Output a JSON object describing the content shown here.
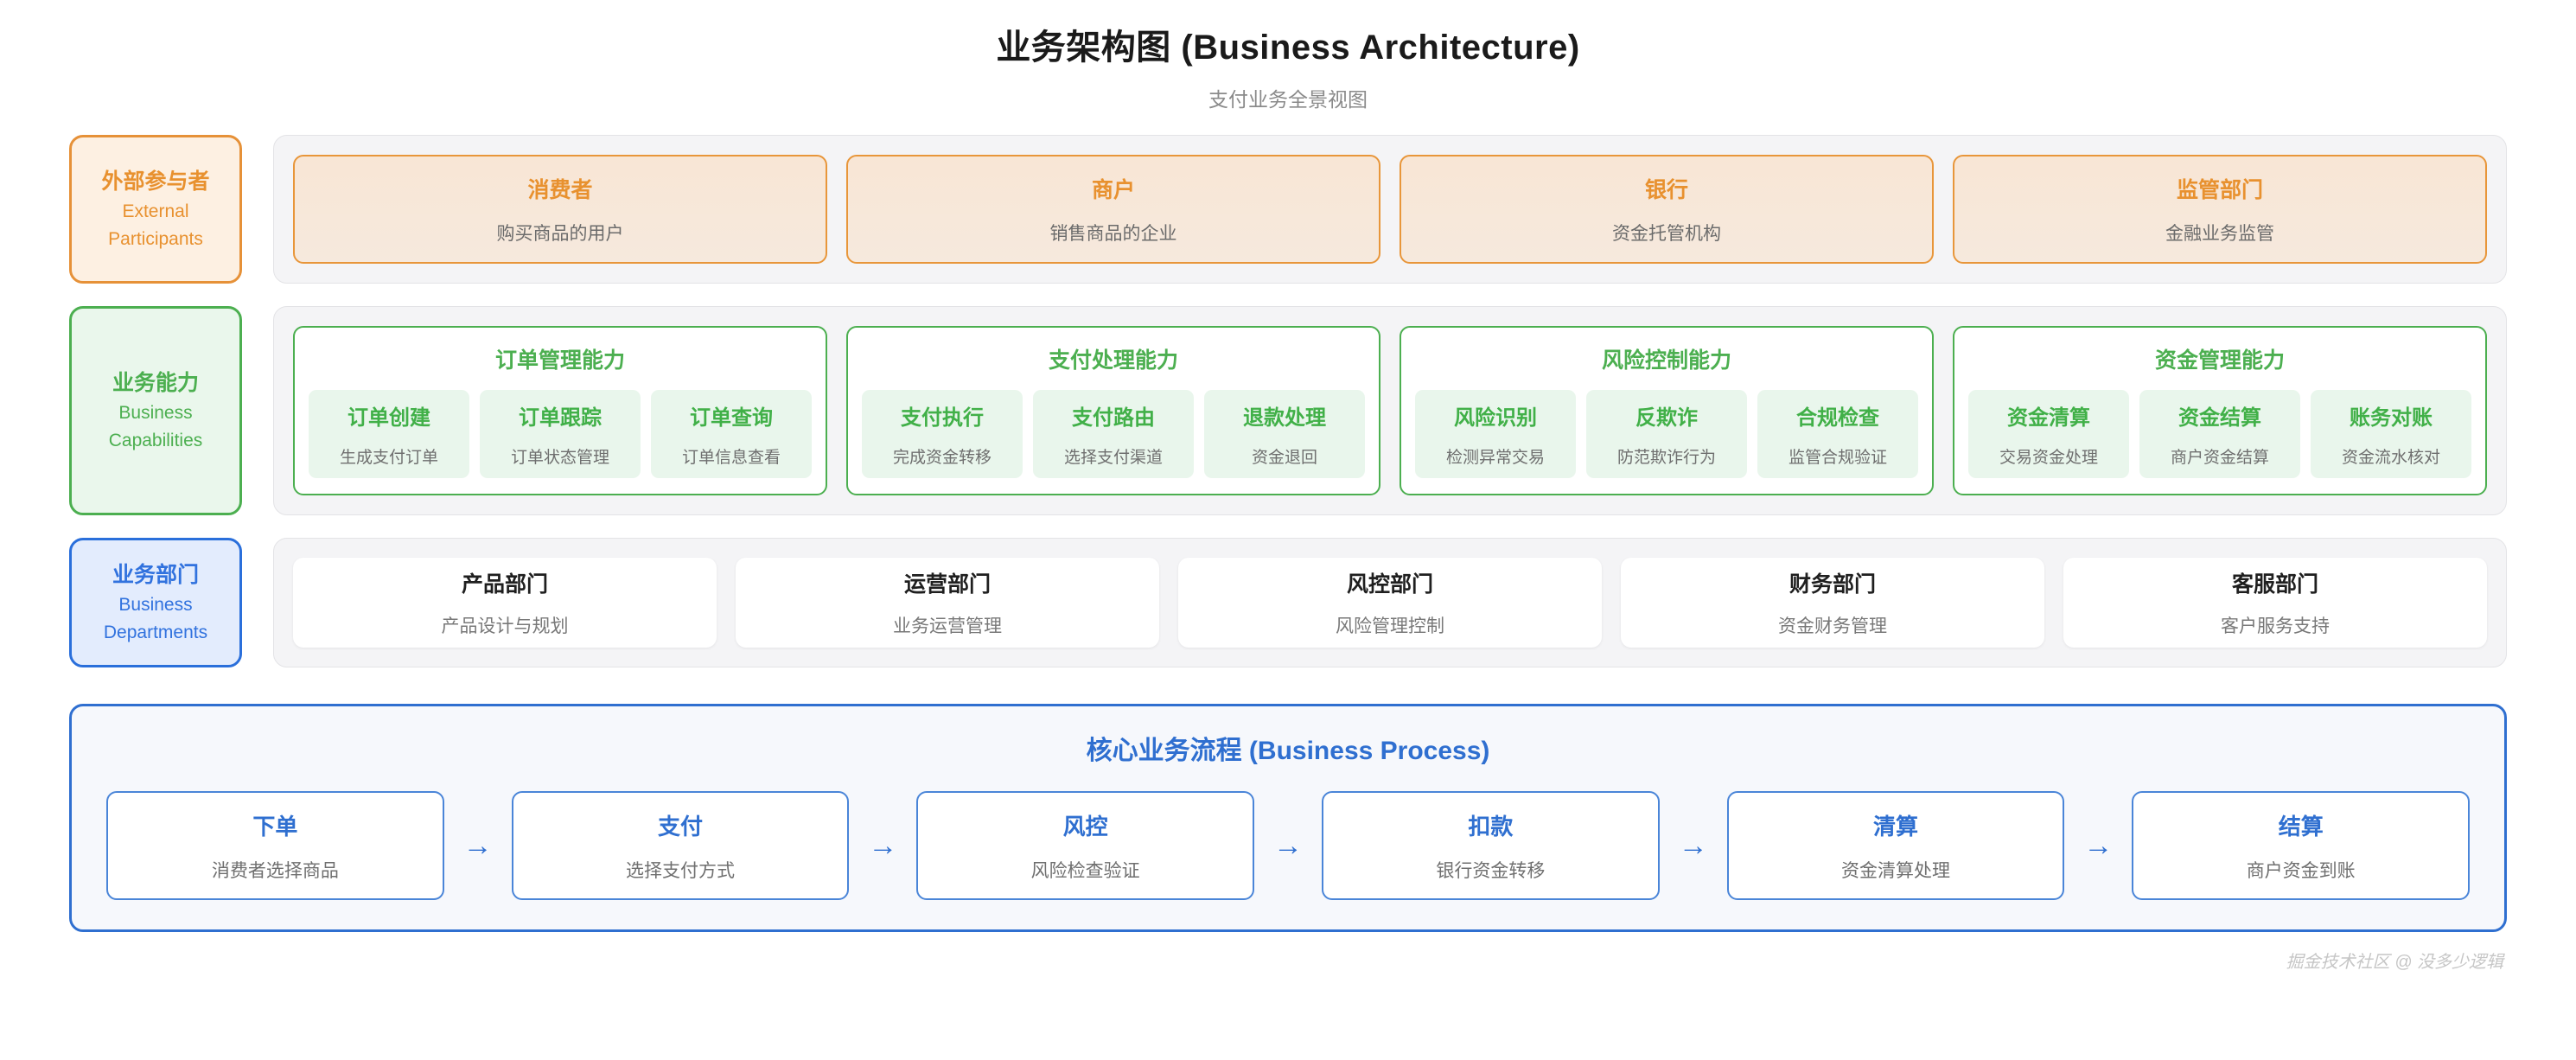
{
  "header": {
    "title": "业务架构图 (Business Architecture)",
    "subtitle": "支付业务全景视图"
  },
  "rows": [
    {
      "label_zh": "外部参与者",
      "label_en_line1": "External",
      "label_en_line2": "Participants",
      "accent": "#e8912f",
      "cards": [
        {
          "name": "消费者",
          "desc": "购买商品的用户"
        },
        {
          "name": "商户",
          "desc": "销售商品的企业"
        },
        {
          "name": "银行",
          "desc": "资金托管机构"
        },
        {
          "name": "监管部门",
          "desc": "金融业务监管"
        }
      ]
    },
    {
      "label_zh": "业务能力",
      "label_en_line1": "Business",
      "label_en_line2": "Capabilities",
      "accent": "#4caf50",
      "groups": [
        {
          "title": "订单管理能力",
          "items": [
            {
              "name": "订单创建",
              "desc": "生成支付订单"
            },
            {
              "name": "订单跟踪",
              "desc": "订单状态管理"
            },
            {
              "name": "订单查询",
              "desc": "订单信息查看"
            }
          ]
        },
        {
          "title": "支付处理能力",
          "items": [
            {
              "name": "支付执行",
              "desc": "完成资金转移"
            },
            {
              "name": "支付路由",
              "desc": "选择支付渠道"
            },
            {
              "name": "退款处理",
              "desc": "资金退回"
            }
          ]
        },
        {
          "title": "风险控制能力",
          "items": [
            {
              "name": "风险识别",
              "desc": "检测异常交易"
            },
            {
              "name": "反欺诈",
              "desc": "防范欺诈行为"
            },
            {
              "name": "合规检查",
              "desc": "监管合规验证"
            }
          ]
        },
        {
          "title": "资金管理能力",
          "items": [
            {
              "name": "资金清算",
              "desc": "交易资金处理"
            },
            {
              "name": "资金结算",
              "desc": "商户资金结算"
            },
            {
              "name": "账务对账",
              "desc": "资金流水核对"
            }
          ]
        }
      ]
    },
    {
      "label_zh": "业务部门",
      "label_en_line1": "Business",
      "label_en_line2": "Departments",
      "accent": "#3172de",
      "cards": [
        {
          "name": "产品部门",
          "desc": "产品设计与规划"
        },
        {
          "name": "运营部门",
          "desc": "业务运营管理"
        },
        {
          "name": "风控部门",
          "desc": "风险管理控制"
        },
        {
          "name": "财务部门",
          "desc": "资金财务管理"
        },
        {
          "name": "客服部门",
          "desc": "客户服务支持"
        }
      ]
    }
  ],
  "process": {
    "title": "核心业务流程 (Business Process)",
    "arrow": "→",
    "steps": [
      {
        "name": "下单",
        "desc": "消费者选择商品"
      },
      {
        "name": "支付",
        "desc": "选择支付方式"
      },
      {
        "name": "风控",
        "desc": "风险检查验证"
      },
      {
        "name": "扣款",
        "desc": "银行资金转移"
      },
      {
        "name": "清算",
        "desc": "资金清算处理"
      },
      {
        "name": "结算",
        "desc": "商户资金到账"
      }
    ]
  },
  "footer": {
    "watermark": "掘金技术社区 @ 没多少逻辑"
  }
}
